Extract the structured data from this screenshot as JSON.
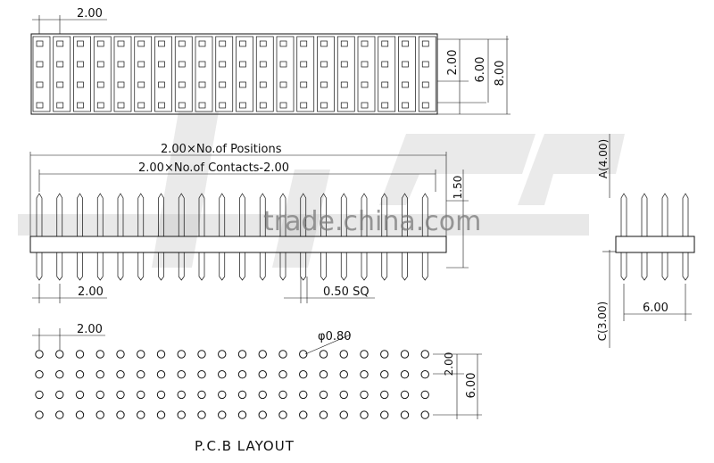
{
  "top_view": {
    "pitch_label": "2.00",
    "row_pitch_label": "2.00",
    "inner_height_label": "6.00",
    "overall_height_label": "8.00",
    "columns": 20,
    "rows": 4
  },
  "side_view": {
    "positions_label": "2.00×No.of Positions",
    "contacts_label": "2.00×No.of Contacts-2.00",
    "a_dim_label": "1.50",
    "pitch_label": "2.00",
    "pin_size_label": "0.50 SQ",
    "pins": 20
  },
  "end_view": {
    "a_label": "A(4.00)",
    "c_label": "C(3.00)",
    "width_label": "6.00",
    "pins": 4
  },
  "pcb_layout": {
    "title": "P.C.B LAYOUT",
    "pitch_label": "2.00",
    "hole_label": "φ0.80",
    "row_pitch_label": "2.00",
    "height_label": "6.00",
    "columns": 20,
    "rows": 4
  },
  "watermark": {
    "text": "trade.china.com"
  }
}
